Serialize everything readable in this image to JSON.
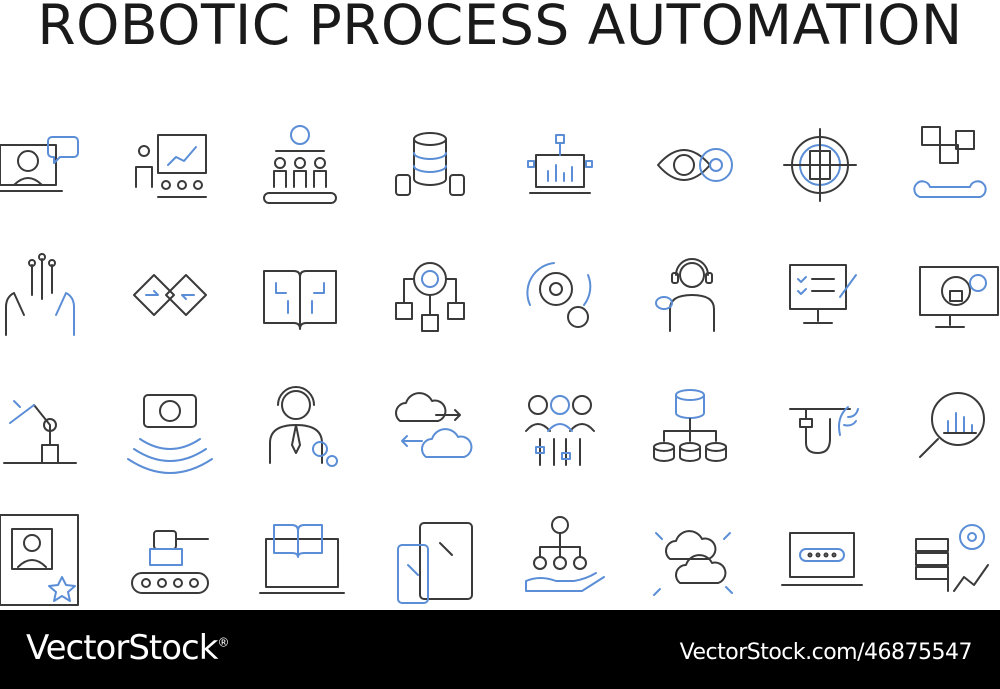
{
  "page": {
    "title": "ROBOTIC PROCESS AUTOMATION"
  },
  "colors": {
    "icon_stroke": "#3a3a3a",
    "icon_accent": "#5b8ed6",
    "footer_bg": "#000000",
    "footer_text": "#ffffff"
  },
  "icons": [
    "ai-chat-laptop-icon",
    "presentation-audience-icon",
    "conveyor-workers-icon",
    "database-network-icon",
    "laptop-chart-network-icon",
    "eye-gear-icon",
    "target-document-icon",
    "cubes-wrench-icon",
    "hands-circuit-icon",
    "diamond-arrows-icon",
    "circuit-book-icon",
    "gear-team-icon",
    "gears-cycle-icon",
    "support-agent-icon",
    "monitor-checklist-icon",
    "monitor-lock-icon",
    "robotic-arm-icon",
    "sensor-camera-icon",
    "headset-operator-icon",
    "cloud-transfer-icon",
    "team-controls-icon",
    "database-hierarchy-icon",
    "plug-plant-icon",
    "magnifier-chart-icon",
    "profile-star-icon",
    "robot-tank-icon",
    "laptop-book-icon",
    "mobile-tablet-icon",
    "hand-network-icon",
    "cloud-arrows-icon",
    "laptop-password-icon",
    "server-growth-icon"
  ],
  "footer": {
    "brand": "VectorStock",
    "registered": "®",
    "url": "VectorStock.com/46875547"
  }
}
